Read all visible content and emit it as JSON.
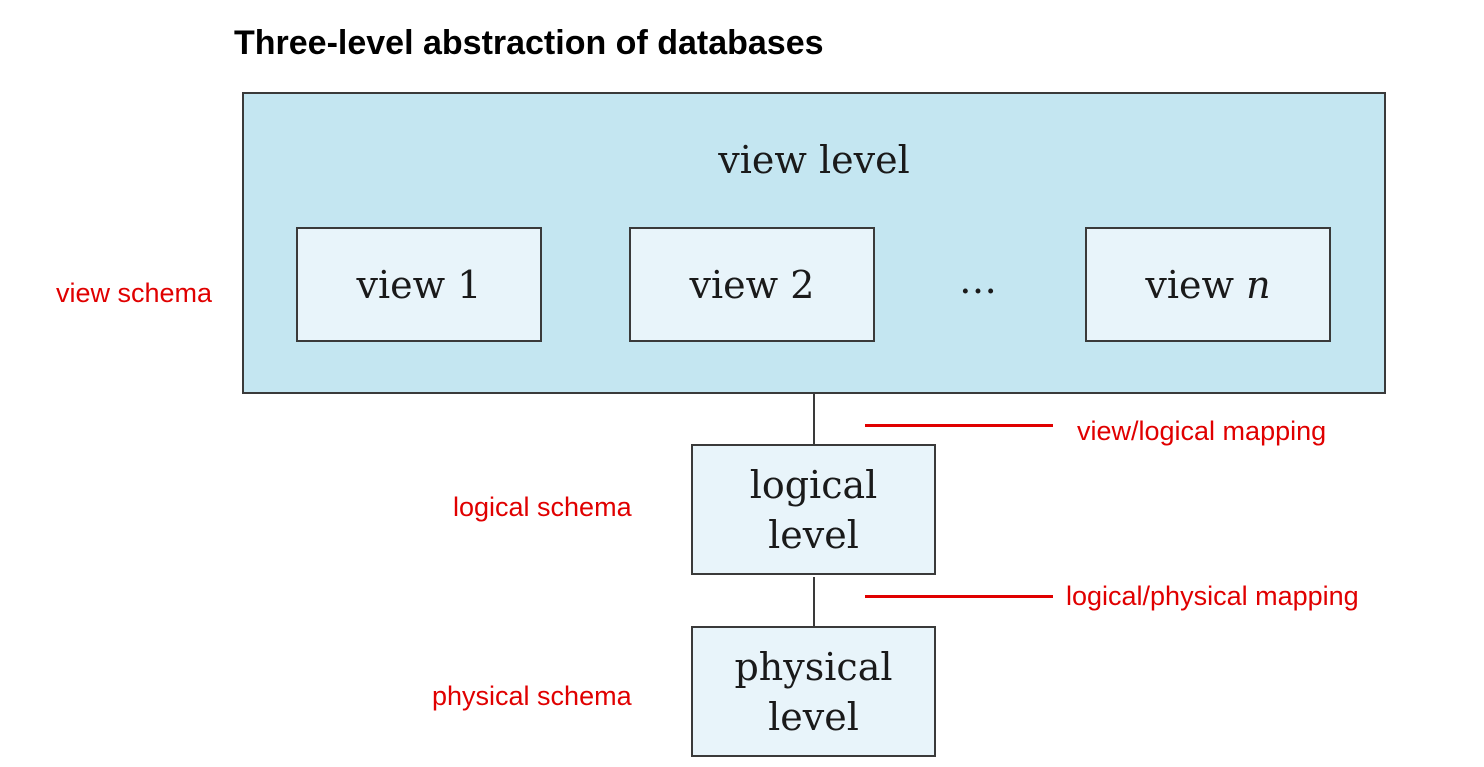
{
  "title": "Three-level abstraction of databases",
  "view_level": {
    "label": "view level",
    "views": [
      {
        "label": "view 1"
      },
      {
        "label": "view 2"
      },
      {
        "prefix": "view ",
        "italic_suffix": "n"
      }
    ],
    "ellipsis": "…"
  },
  "logical_level": {
    "line1": "logical",
    "line2": "level"
  },
  "physical_level": {
    "line1": "physical",
    "line2": "level"
  },
  "annotations": {
    "view_schema": "view schema",
    "logical_schema": "logical schema",
    "physical_schema": "physical schema",
    "view_logical_mapping": "view/logical mapping",
    "logical_physical_mapping": "logical/physical mapping"
  },
  "colors": {
    "view_level_fill": "#c4e6f1",
    "inner_box_fill": "#e8f4fa",
    "border": "#3a3a3a",
    "annotation": "#e00000"
  }
}
